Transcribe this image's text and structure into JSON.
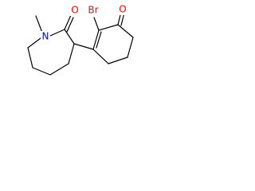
{
  "molecule": {
    "atoms": {
      "n": {
        "label": "N",
        "color": "#0000ff"
      },
      "o_lactam": {
        "label": "O",
        "color": "#ff0000"
      },
      "br": {
        "label": "Br",
        "color": "#a52a2a"
      },
      "o_ketone": {
        "label": "O",
        "color": "#ff0000"
      }
    },
    "bond_color": "#000000"
  }
}
